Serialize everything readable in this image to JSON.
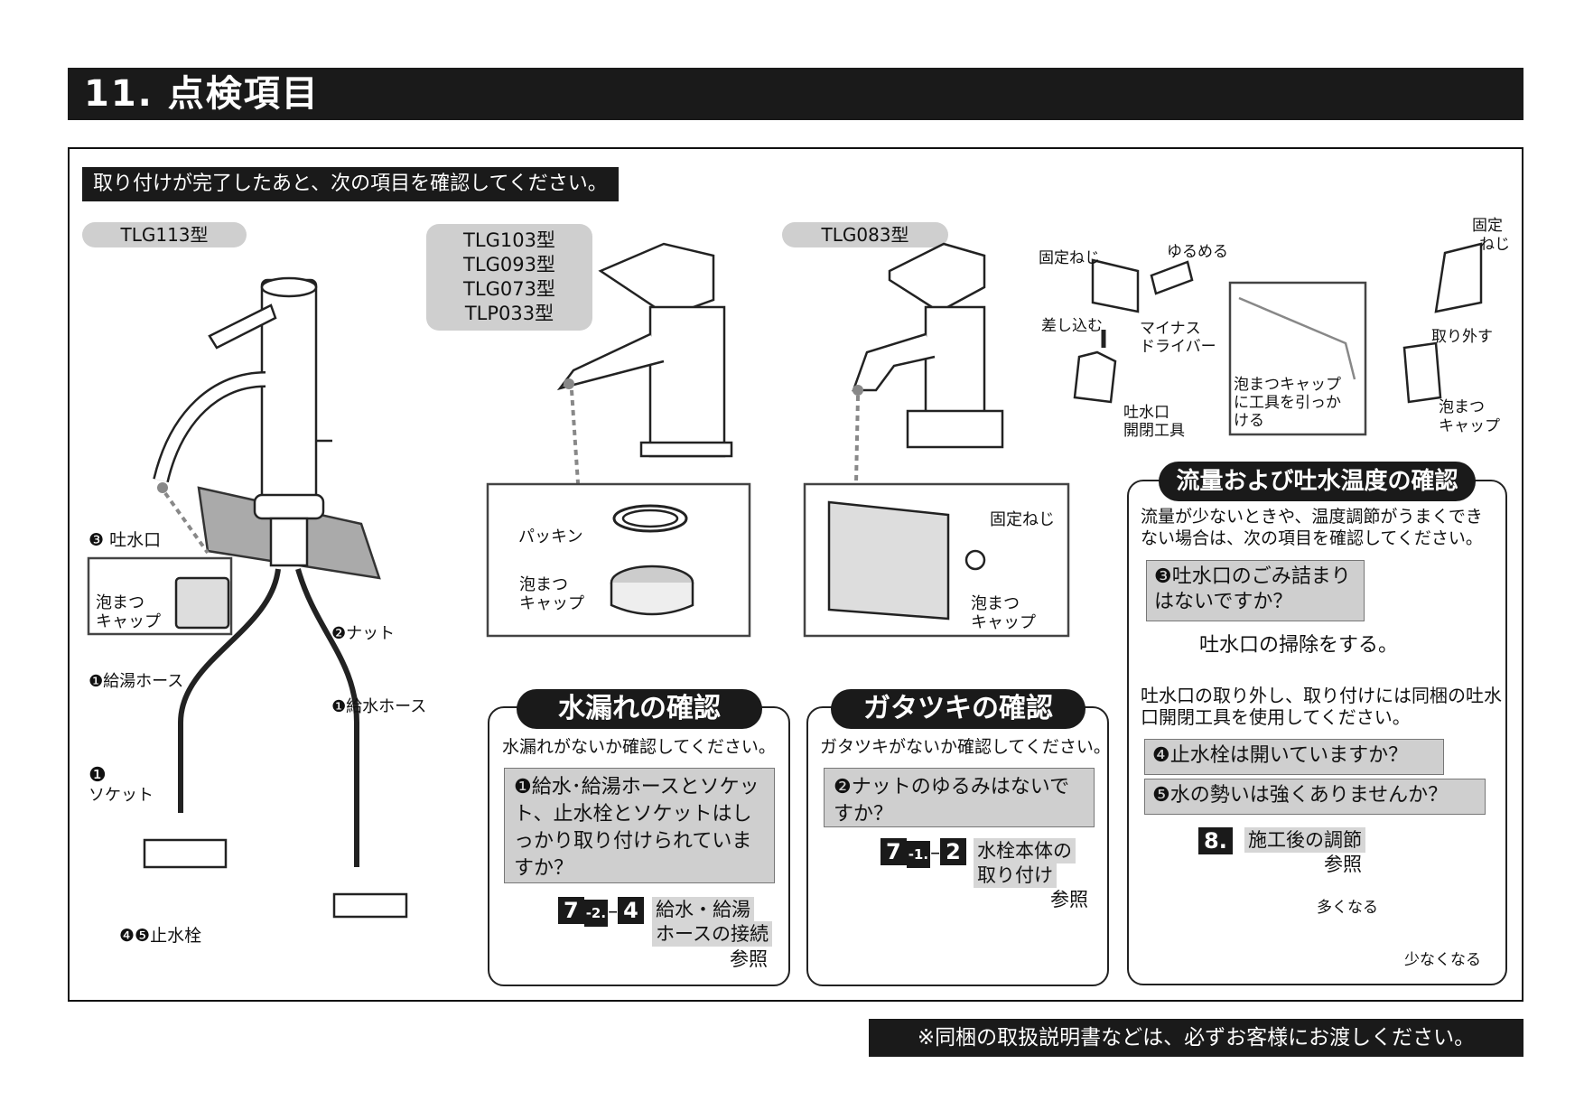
{
  "header": {
    "title": "11. 点検項目"
  },
  "intro": "取り付けが完了したあと、次の項目を確認してください。",
  "models": {
    "tlg113": "TLG113型",
    "group": [
      "TLG103型",
      "TLG093型",
      "TLG073型",
      "TLP033型"
    ],
    "tlg083": "TLG083型"
  },
  "left_labels": {
    "spout": "❸ 吐水口",
    "aerator": [
      "泡まつ",
      "キャップ"
    ],
    "nut": "❷ナット",
    "hot_hose": "❶給湯ホース",
    "cold_hose": "❶給水ホース",
    "socket_num": "❶",
    "socket": "ソケット",
    "valve": "❹❺止水栓"
  },
  "middle_labels": {
    "packing": "パッキン",
    "aerator": [
      "泡まつ",
      "キャップ"
    ]
  },
  "right_box_labels": {
    "screw": "固定ねじ",
    "aerator": [
      "泡まつ",
      "キャップ"
    ]
  },
  "tool_labels": {
    "screw": "固定ねじ",
    "loosen": "ゆるめる",
    "insert": "差し込む",
    "driver": [
      "マイナス",
      "ドライバー"
    ],
    "tool": [
      "吐水口",
      "開閉工具"
    ],
    "hook": [
      "泡まつキャップ",
      "に工具を引っか",
      "ける"
    ],
    "screw2": [
      "固定",
      "ねじ"
    ],
    "remove": "取り外す",
    "aerator": [
      "泡まつ",
      "キャップ"
    ]
  },
  "leak": {
    "title": "水漏れの確認",
    "desc": "水漏れがないか確認してください。",
    "question": "❶給水･給湯ホースとソケット、止水栓とソケットはしっかり取り付けられていますか？",
    "ref_main": "7",
    "ref_sub": "-2.",
    "ref_num": "4",
    "ref_text": [
      "給水・給湯",
      "ホースの接続"
    ],
    "ref_suffix": "参照"
  },
  "rattle": {
    "title": "ガタツキの確認",
    "desc": "ガタツキがないか確認してください。",
    "question": "❷ナットのゆるみはないですか？",
    "ref_main": "7",
    "ref_sub": "-1.",
    "ref_num": "2",
    "ref_text": [
      "水栓本体の",
      "取り付け"
    ],
    "ref_suffix": "参照"
  },
  "flow": {
    "title": "流量および吐水温度の確認",
    "desc": "流量が少ないときや、温度調節がうまくできない場合は、次の項目を確認してください。",
    "q3": "❸吐水口のごみ詰まりはないですか？",
    "a3": "吐水口の掃除をする。",
    "note": "吐水口の取り外し、取り付けには同梱の吐水口開閉工具を使用してください。",
    "q4": "❹止水栓は開いていますか？",
    "q5": "❺水の勢いは強くありませんか？",
    "ref_main": "8.",
    "ref_text": "施工後の調節",
    "ref_suffix": "参照",
    "more": "多くなる",
    "less": "少なくなる"
  },
  "footer": "※同梱の取扱説明書などは、必ずお客様にお渡しください。",
  "colors": {
    "dark": "#1a1a1a",
    "gray_fill": "#cfcfcf"
  }
}
